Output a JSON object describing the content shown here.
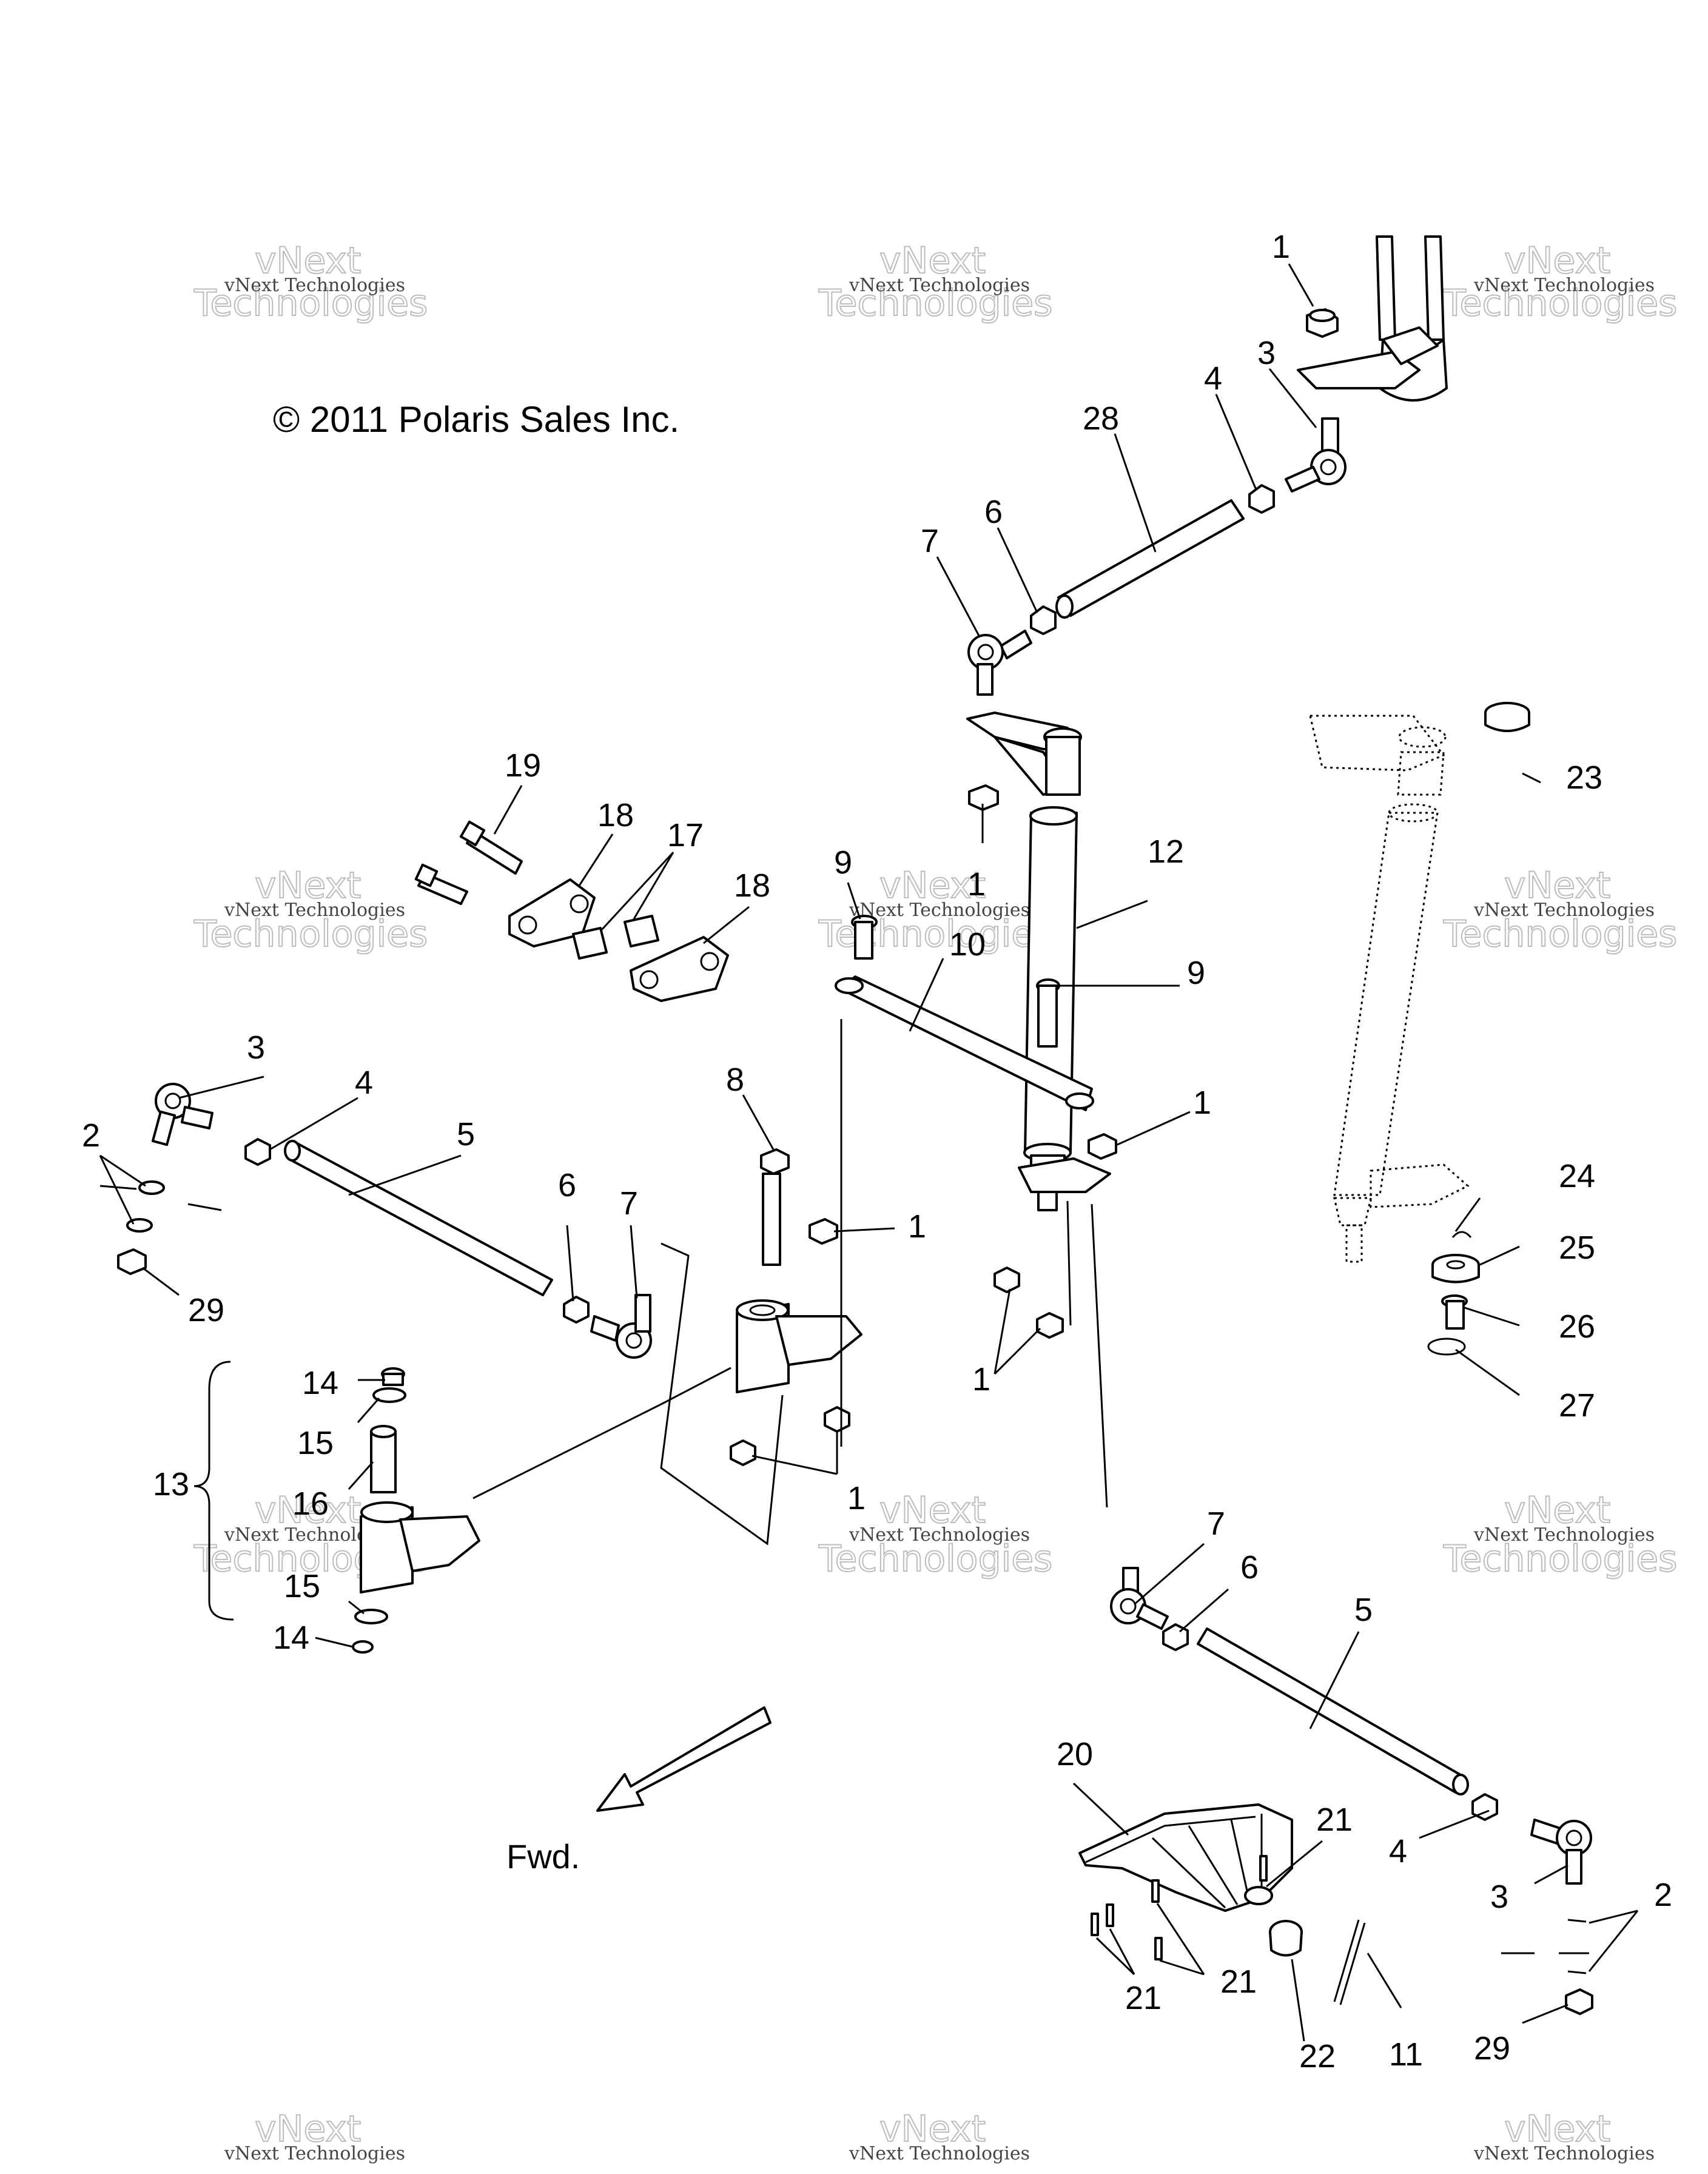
{
  "copyright": "© 2011 Polaris Sales Inc.",
  "fwd_label": "Fwd.",
  "watermark": {
    "line1": "vNext Technologies",
    "line2": "vNext",
    "line3": "Technologies"
  },
  "callouts": {
    "c1a": "1",
    "c1b": "1",
    "c1c": "1",
    "c1d": "1",
    "c1e": "1",
    "c1f": "1",
    "c2a": "2",
    "c2b": "2",
    "c3a": "3",
    "c3b": "3",
    "c3c": "3",
    "c4a": "4",
    "c4b": "4",
    "c4c": "4",
    "c5a": "5",
    "c5b": "5",
    "c6a": "6",
    "c6b": "6",
    "c6c": "6",
    "c7a": "7",
    "c7b": "7",
    "c7c": "7",
    "c8": "8",
    "c9a": "9",
    "c9b": "9",
    "c10": "10",
    "c11": "11",
    "c12": "12",
    "c13": "13",
    "c14a": "14",
    "c14b": "14",
    "c15a": "15",
    "c15b": "15",
    "c16": "16",
    "c17": "17",
    "c18a": "18",
    "c18b": "18",
    "c19": "19",
    "c20": "20",
    "c21a": "21",
    "c21b": "21",
    "c21c": "21",
    "c22": "22",
    "c23": "23",
    "c24": "24",
    "c25": "25",
    "c26": "26",
    "c27": "27",
    "c28": "28",
    "c29a": "29",
    "c29b": "29"
  }
}
